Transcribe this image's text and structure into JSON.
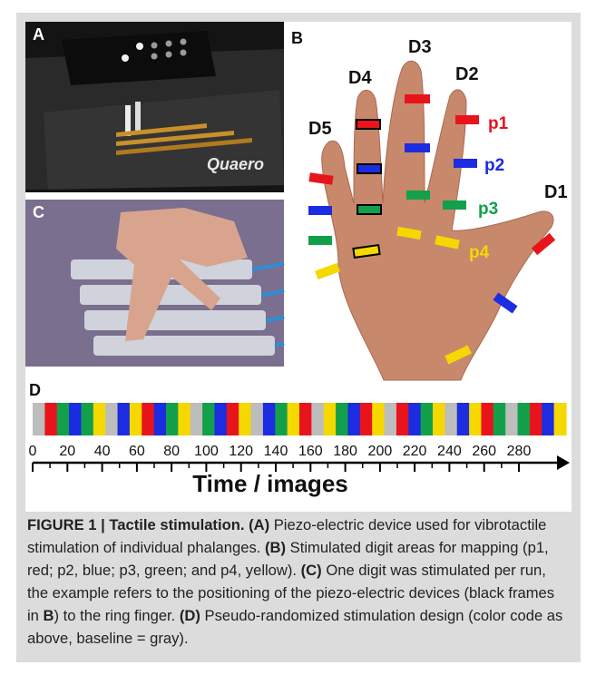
{
  "panel_a": {
    "label": "A",
    "device_text": "Quaero"
  },
  "panel_b": {
    "label": "B",
    "digits": [
      "D1",
      "D2",
      "D3",
      "D4",
      "D5"
    ],
    "phalanges": [
      {
        "label": "p1",
        "color": "#e8141c"
      },
      {
        "label": "p2",
        "color": "#1c2ce0"
      },
      {
        "label": "p3",
        "color": "#12a04a"
      },
      {
        "label": "p4",
        "color": "#f5d800"
      }
    ]
  },
  "panel_c": {
    "label": "C"
  },
  "panel_d": {
    "label": "D",
    "baseline_color": "#bdbdbd",
    "stimulation_sequence": [
      "gray",
      "red",
      "green",
      "blue",
      "green",
      "yellow",
      "gray",
      "blue",
      "yellow",
      "red",
      "blue",
      "green",
      "yellow",
      "gray",
      "green",
      "blue",
      "red",
      "yellow",
      "gray",
      "blue",
      "green",
      "yellow",
      "red",
      "gray",
      "yellow",
      "green",
      "blue",
      "red",
      "yellow",
      "gray",
      "red",
      "blue",
      "green",
      "yellow",
      "gray",
      "blue",
      "yellow",
      "red",
      "green",
      "gray",
      "green",
      "red",
      "blue",
      "yellow"
    ],
    "tick_labels": [
      "0",
      "20",
      "40",
      "60",
      "80",
      "100",
      "120",
      "140",
      "160",
      "180",
      "200",
      "220",
      "240",
      "260",
      "280"
    ],
    "axis_title": "Time / images"
  },
  "caption": {
    "figure_label": "FIGURE 1 | Tactile stimulation.",
    "a_label": "(A)",
    "a_text": " Piezo-electric device used for vibrotactile stimulation of individual phalanges. ",
    "b_label": "(B)",
    "b_text": " Stimulated digit areas for mapping (p1, red; p2, blue; p3, green; and p4, yellow). ",
    "c_label": "(C)",
    "c_text": " One digit was stimulated per run, the example refers to the positioning of the piezo-electric devices (black frames in ",
    "c_ref": "B",
    "c_text2": ") to the ring finger. ",
    "d_label": "(D)",
    "d_text": " Pseudo-randomized stimulation design (color code as above, baseline = gray)."
  }
}
